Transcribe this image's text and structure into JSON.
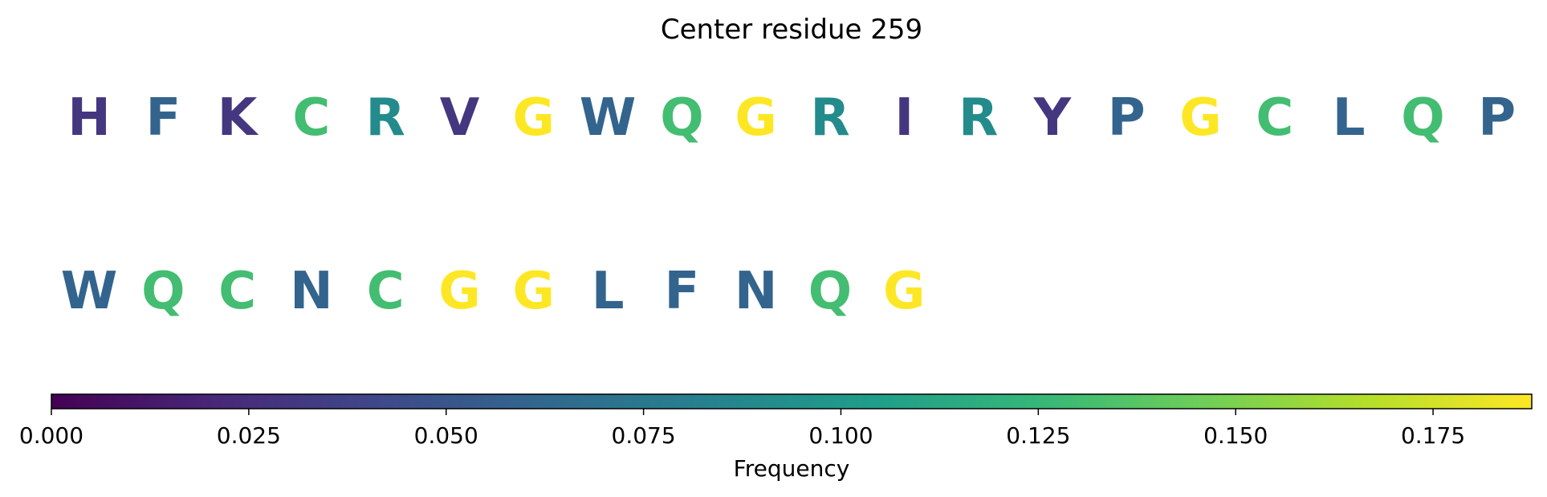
{
  "chart_data": {
    "type": "sequence-logo",
    "title": "Center residue 259",
    "rows": [
      {
        "residues": [
          {
            "letter": "H",
            "frequency": 0.03
          },
          {
            "letter": "F",
            "frequency": 0.06
          },
          {
            "letter": "K",
            "frequency": 0.03
          },
          {
            "letter": "C",
            "frequency": 0.13
          },
          {
            "letter": "R",
            "frequency": 0.09
          },
          {
            "letter": "V",
            "frequency": 0.03
          },
          {
            "letter": "G",
            "frequency": 0.19
          },
          {
            "letter": "W",
            "frequency": 0.06
          },
          {
            "letter": "Q",
            "frequency": 0.13
          },
          {
            "letter": "G",
            "frequency": 0.19
          },
          {
            "letter": "R",
            "frequency": 0.09
          },
          {
            "letter": "I",
            "frequency": 0.03
          },
          {
            "letter": "R",
            "frequency": 0.09
          },
          {
            "letter": "Y",
            "frequency": 0.03
          },
          {
            "letter": "P",
            "frequency": 0.06
          },
          {
            "letter": "G",
            "frequency": 0.19
          },
          {
            "letter": "C",
            "frequency": 0.13
          },
          {
            "letter": "L",
            "frequency": 0.06
          },
          {
            "letter": "Q",
            "frequency": 0.13
          },
          {
            "letter": "P",
            "frequency": 0.06
          }
        ]
      },
      {
        "residues": [
          {
            "letter": "W",
            "frequency": 0.06
          },
          {
            "letter": "Q",
            "frequency": 0.13
          },
          {
            "letter": "C",
            "frequency": 0.13
          },
          {
            "letter": "N",
            "frequency": 0.06
          },
          {
            "letter": "C",
            "frequency": 0.13
          },
          {
            "letter": "G",
            "frequency": 0.19
          },
          {
            "letter": "G",
            "frequency": 0.19
          },
          {
            "letter": "L",
            "frequency": 0.06
          },
          {
            "letter": "F",
            "frequency": 0.06
          },
          {
            "letter": "N",
            "frequency": 0.06
          },
          {
            "letter": "Q",
            "frequency": 0.13
          },
          {
            "letter": "G",
            "frequency": 0.19
          }
        ]
      }
    ],
    "colorbar": {
      "label": "Frequency",
      "colormap": "viridis",
      "range": [
        0,
        0.1875
      ],
      "ticks": [
        0.0,
        0.025,
        0.05,
        0.075,
        0.1,
        0.125,
        0.15,
        0.175
      ],
      "tick_labels": [
        "0.000",
        "0.025",
        "0.050",
        "0.075",
        "0.100",
        "0.125",
        "0.150",
        "0.175"
      ],
      "orientation": "horizontal",
      "placement": "bottom"
    },
    "colors": {
      "viridis_stops": [
        "#440154",
        "#482878",
        "#3e4989",
        "#31688e",
        "#26828e",
        "#1f9e89",
        "#35b779",
        "#6ece58",
        "#b5de2b",
        "#fde725"
      ]
    }
  }
}
